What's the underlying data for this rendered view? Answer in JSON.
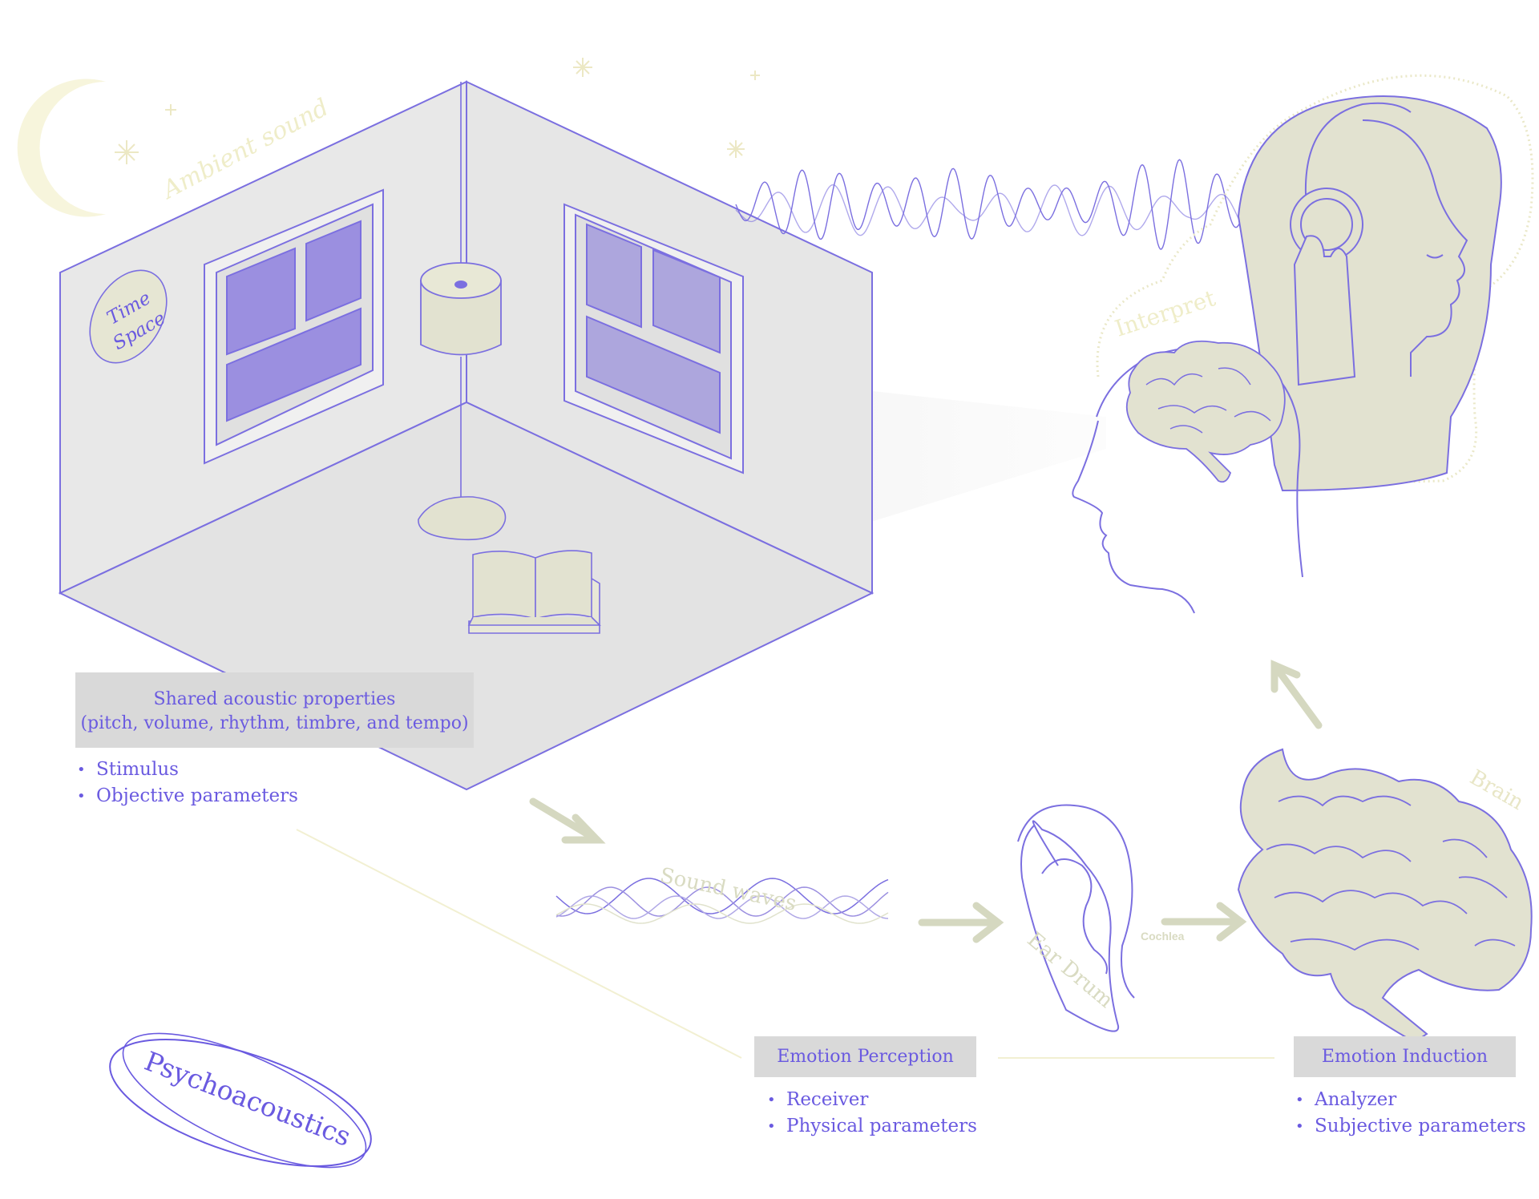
{
  "colors": {
    "accent": "#6a5ae0",
    "line": "#7b6fe0",
    "sage": "#e2e2d0",
    "sage_stroke": "#d5d8c0",
    "room_fill": "#e8e8e8",
    "window_fill": "#9b8fe0",
    "moon": "#f7f5dc",
    "label_bg": "#d9d9d9"
  },
  "room": {
    "badge_line1": "Time",
    "badge_line2": "Space",
    "ambient_label": "Ambient sound"
  },
  "head_labels": {
    "interpret": "Interpret"
  },
  "stimulus": {
    "title_line1": "Shared acoustic properties",
    "title_line2": "(pitch, volume, rhythm, timbre, and tempo)",
    "bullets": [
      "Stimulus",
      "Objective parameters"
    ]
  },
  "pipeline": {
    "sound_waves_label": "Sound waves",
    "ear_drum_label": "Ear Drum",
    "cochlea_label": "Cochlea",
    "brain_label": "Brain"
  },
  "perception": {
    "title": "Emotion Perception",
    "bullets": [
      "Receiver",
      "Physical parameters"
    ]
  },
  "induction": {
    "title": "Emotion Induction",
    "bullets": [
      "Analyzer",
      "Subjective parameters"
    ]
  },
  "logo": {
    "text": "Psychoacoustics"
  },
  "icons": [
    "moon-icon",
    "sparkle-icon",
    "headphones-icon",
    "brain-icon",
    "ear-icon",
    "lamp-icon",
    "book-icon",
    "arrow-icon"
  ]
}
